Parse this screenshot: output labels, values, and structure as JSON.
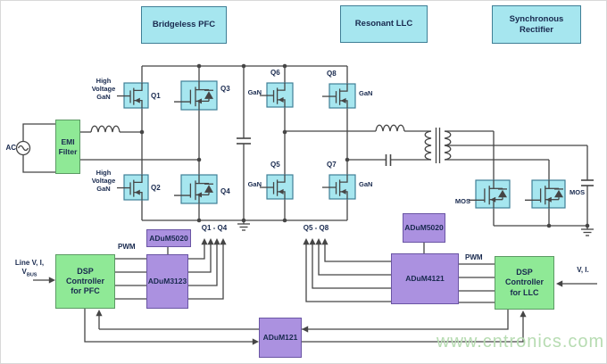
{
  "titles": {
    "pfc": "Bridgeless PFC",
    "llc": "Resonant LLC",
    "sync_line1": "Synchronous",
    "sync_line2": "Rectifier"
  },
  "blocks": {
    "emi": {
      "line1": "EMI",
      "line2": "Filter"
    },
    "dsp_pfc": {
      "line1": "DSP",
      "line2": "Controller",
      "line3": "for PFC"
    },
    "dsp_llc": {
      "line1": "DSP",
      "line2": "Controller",
      "line3": "for LLC"
    },
    "adum5020_left": "ADuM5020",
    "adum3123": "ADuM3123",
    "adum5020_right": "ADuM5020",
    "adum4121": "ADuM4121",
    "adum121": "ADuM121"
  },
  "labels": {
    "ac": "AC",
    "hv": {
      "line1": "High",
      "line2": "Voltage",
      "line3": "GaN"
    },
    "q1": "Q1",
    "q2": "Q2",
    "q3": "Q3",
    "q4": "Q4",
    "q5": "Q5",
    "q6": "Q6",
    "q7": "Q7",
    "q8": "Q8",
    "gan": "GaN",
    "mos": "MOS",
    "q1_q4": "Q1 - Q4",
    "q5_q8": "Q5 - Q8",
    "pwm": "PWM",
    "line_vi": "Line V, I,",
    "vbus_main": "V",
    "vbus_sub": "BUS",
    "vi": "V, I."
  },
  "watermark": "www.cntronics.com",
  "colors": {
    "cyan": "#a6e6ef",
    "cyan_border": "#3f7f96",
    "green": "#8fe996",
    "green_border": "#5c9a64",
    "purple": "#ab91e0",
    "purple_border": "#6a55a4",
    "text": "#18294e",
    "wire": "#454545",
    "watermark": "#b7dcb2",
    "background": "#ffffff"
  }
}
